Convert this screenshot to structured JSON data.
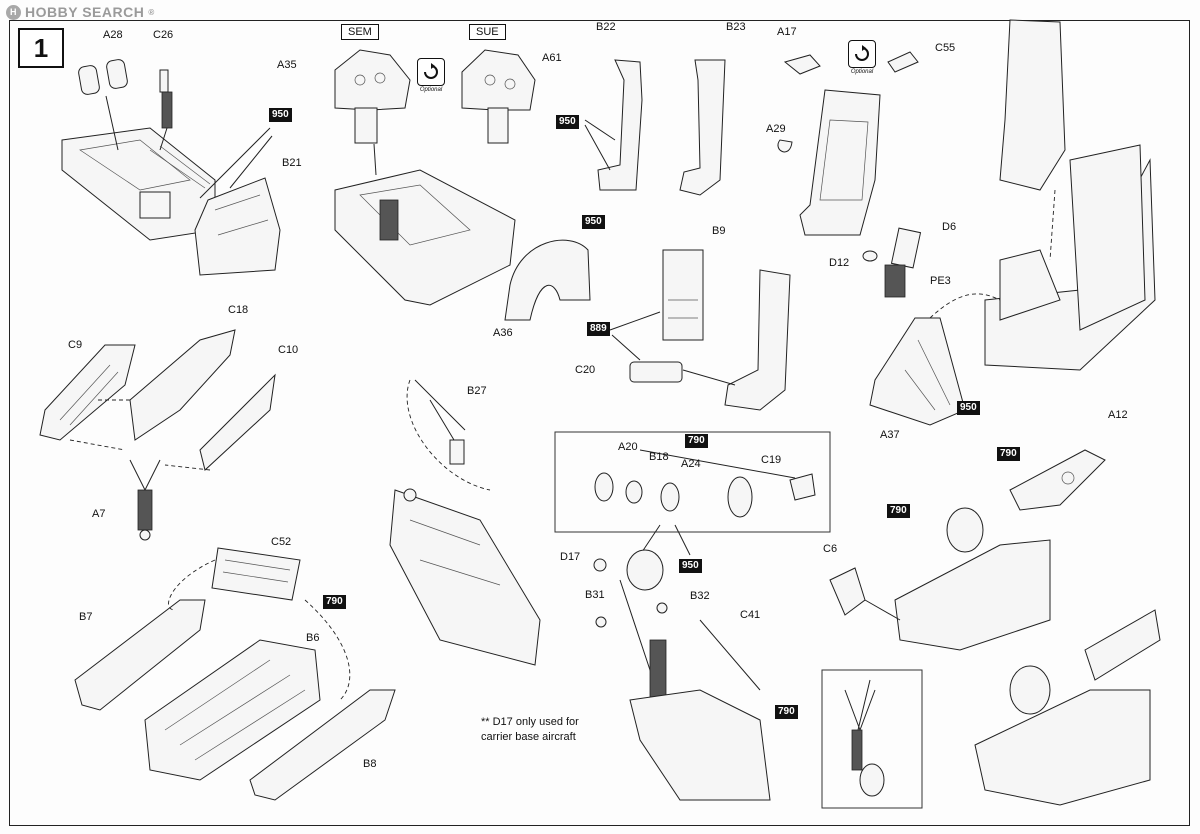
{
  "watermark": {
    "logo_text": "H",
    "brand": "HOBBY SEARCH",
    "reg": "®"
  },
  "step_number": "1",
  "variants": {
    "sem": "SEM",
    "sue": "SUE"
  },
  "optional_label": "Optional",
  "labels": {
    "A28": "A28",
    "C26": "C26",
    "A35": "A35",
    "A61": "A61",
    "B22": "B22",
    "B23": "B23",
    "A17": "A17",
    "C55": "C55",
    "A29": "A29",
    "D6": "D6",
    "D12": "D12",
    "PE3": "PE3",
    "B21": "B21",
    "A36": "A36",
    "B9": "B9",
    "C20": "C20",
    "A37": "A37",
    "C18": "C18",
    "C9": "C9",
    "C10": "C10",
    "A7": "A7",
    "B27": "B27",
    "A20": "A20",
    "B18": "B18",
    "A24": "A24",
    "C19": "C19",
    "A12": "A12",
    "C6": "C6",
    "C52": "C52",
    "B7": "B7",
    "B6": "B6",
    "B8": "B8",
    "D17": "D17",
    "B31": "B31",
    "B32": "B32",
    "C41": "C41"
  },
  "paint_codes": {
    "c950_a": "950",
    "c950_b": "950",
    "c950_c": "950",
    "c950_d": "950",
    "c950_e": "950",
    "c889": "889",
    "c790_a": "790",
    "c790_b": "790",
    "c790_c": "790",
    "c790_d": "790",
    "c790_e": "790"
  },
  "note": {
    "line1": "** D17 only used for",
    "line2": "carrier base aircraft"
  }
}
